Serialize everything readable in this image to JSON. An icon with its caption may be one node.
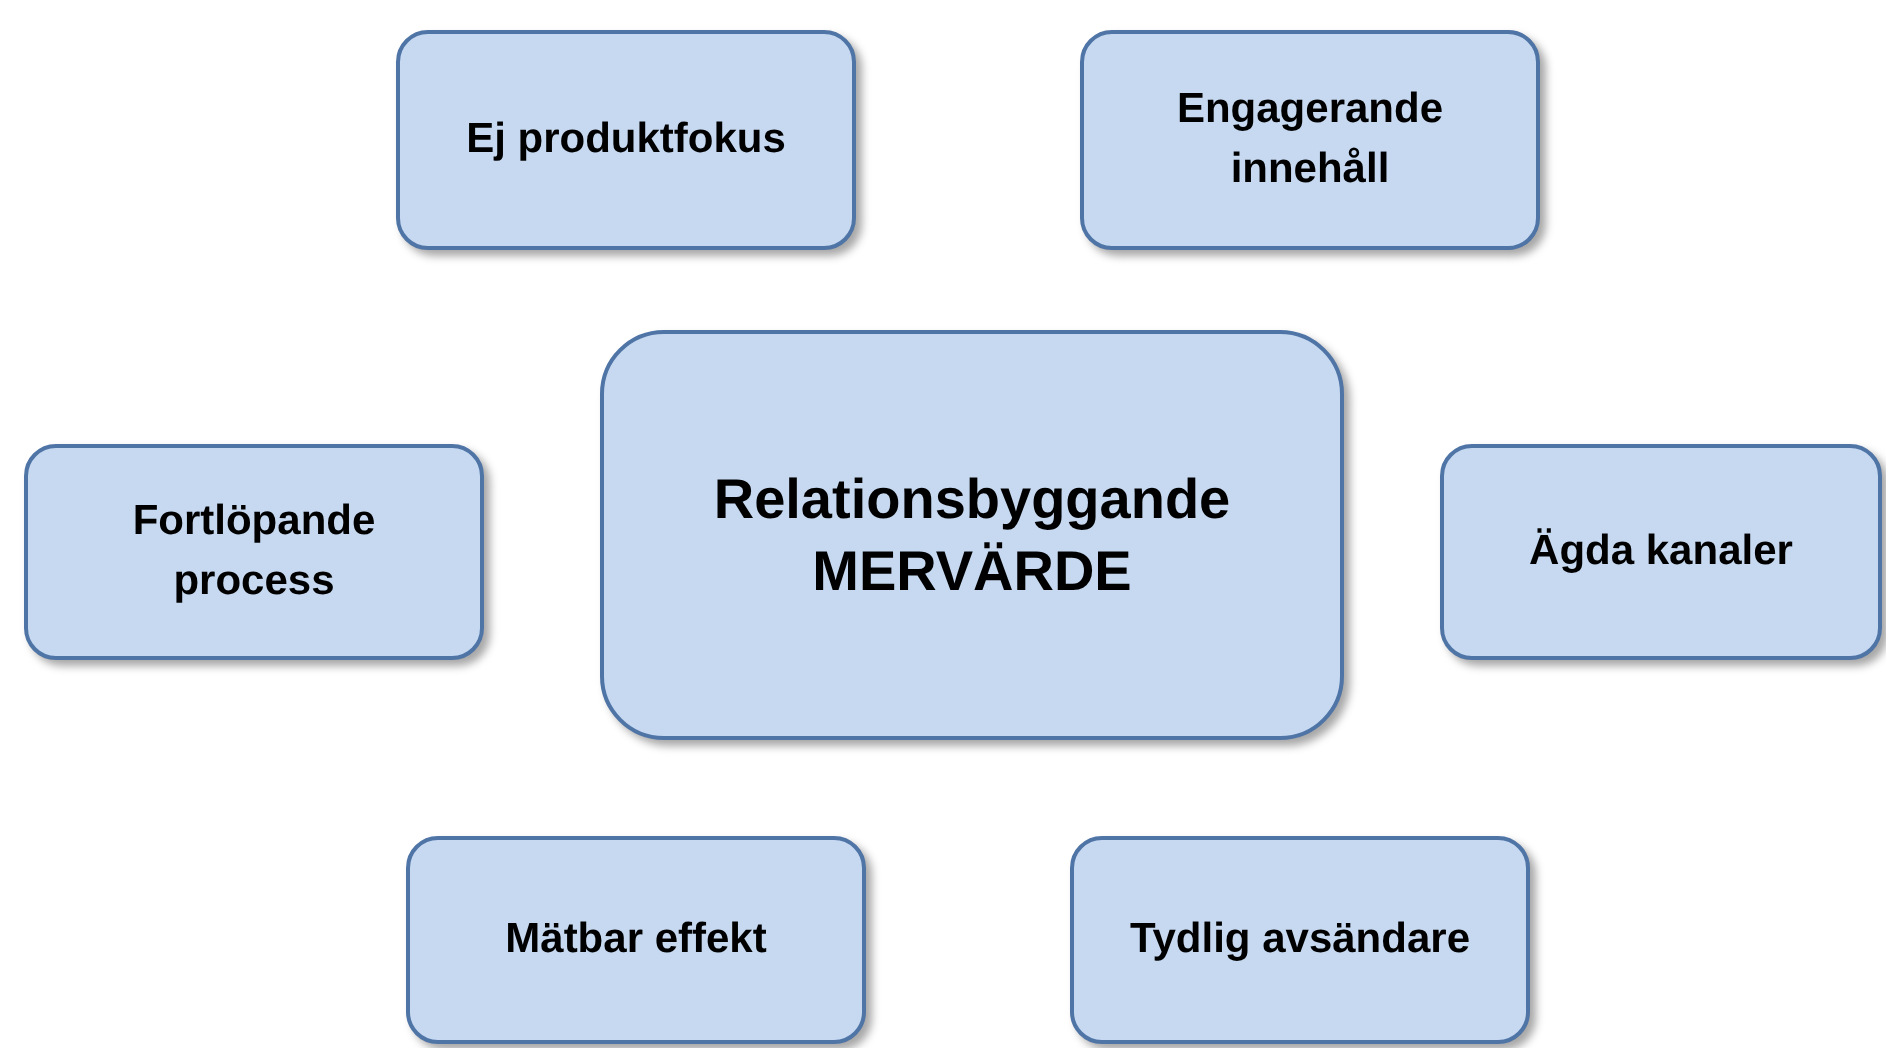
{
  "diagram": {
    "nodes": [
      {
        "text": [
          "Ej produktfokus"
        ]
      },
      {
        "text": [
          "Engagerande innehåll"
        ]
      },
      {
        "text": [
          "Fortlöpande process"
        ]
      },
      {
        "text": [
          "Relationsbyggande MERVÄRDE"
        ]
      },
      {
        "text": [
          "Ägda kanaler"
        ]
      },
      {
        "text": [
          "Mätbar effekt"
        ]
      },
      {
        "text": [
          "Tydlig avsändare"
        ]
      }
    ]
  }
}
